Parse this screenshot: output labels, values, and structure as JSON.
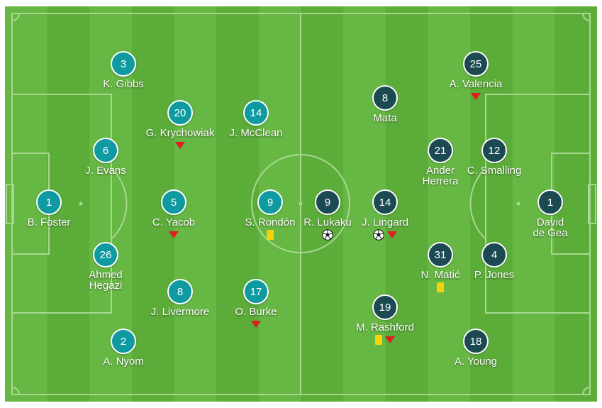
{
  "colors": {
    "grass_dark": "#5cac3a",
    "grass_light": "#67b744",
    "line": "#a8d88f",
    "home": "#0f9aa1",
    "away": "#1c4a52",
    "sub": "#e01e1e",
    "yellow": "#f5d20a"
  },
  "home": {
    "players": [
      {
        "number": "1",
        "name": "B. Foster",
        "events": []
      },
      {
        "number": "3",
        "name": "K. Gibbs",
        "events": []
      },
      {
        "number": "6",
        "name": "J. Evans",
        "events": []
      },
      {
        "number": "26",
        "name": "Ahmed\nHegazi",
        "events": []
      },
      {
        "number": "2",
        "name": "A. Nyom",
        "events": []
      },
      {
        "number": "20",
        "name": "G. Krychowiak",
        "events": [
          "substitution"
        ]
      },
      {
        "number": "5",
        "name": "C. Yacob",
        "events": [
          "substitution"
        ]
      },
      {
        "number": "8",
        "name": "J. Livermore",
        "events": []
      },
      {
        "number": "14",
        "name": "J. McClean",
        "events": []
      },
      {
        "number": "9",
        "name": "S. Rondón",
        "events": [
          "yellow-card"
        ]
      },
      {
        "number": "17",
        "name": "O. Burke",
        "events": [
          "substitution"
        ]
      }
    ]
  },
  "away": {
    "players": [
      {
        "number": "1",
        "name": "David\nde Gea",
        "events": []
      },
      {
        "number": "25",
        "name": "A. Valencia",
        "events": [
          "substitution"
        ]
      },
      {
        "number": "12",
        "name": "C. Smalling",
        "events": []
      },
      {
        "number": "4",
        "name": "P. Jones",
        "events": []
      },
      {
        "number": "18",
        "name": "A. Young",
        "events": []
      },
      {
        "number": "21",
        "name": "Ander\nHerrera",
        "events": []
      },
      {
        "number": "31",
        "name": "N. Matić",
        "events": [
          "yellow-card"
        ]
      },
      {
        "number": "8",
        "name": "Mata",
        "events": []
      },
      {
        "number": "14",
        "name": "J. Lingard",
        "events": [
          "goal",
          "substitution"
        ]
      },
      {
        "number": "19",
        "name": "M. Rashford",
        "events": [
          "yellow-card",
          "substitution"
        ]
      },
      {
        "number": "9",
        "name": "R. Lukaku",
        "events": [
          "goal"
        ]
      }
    ]
  }
}
